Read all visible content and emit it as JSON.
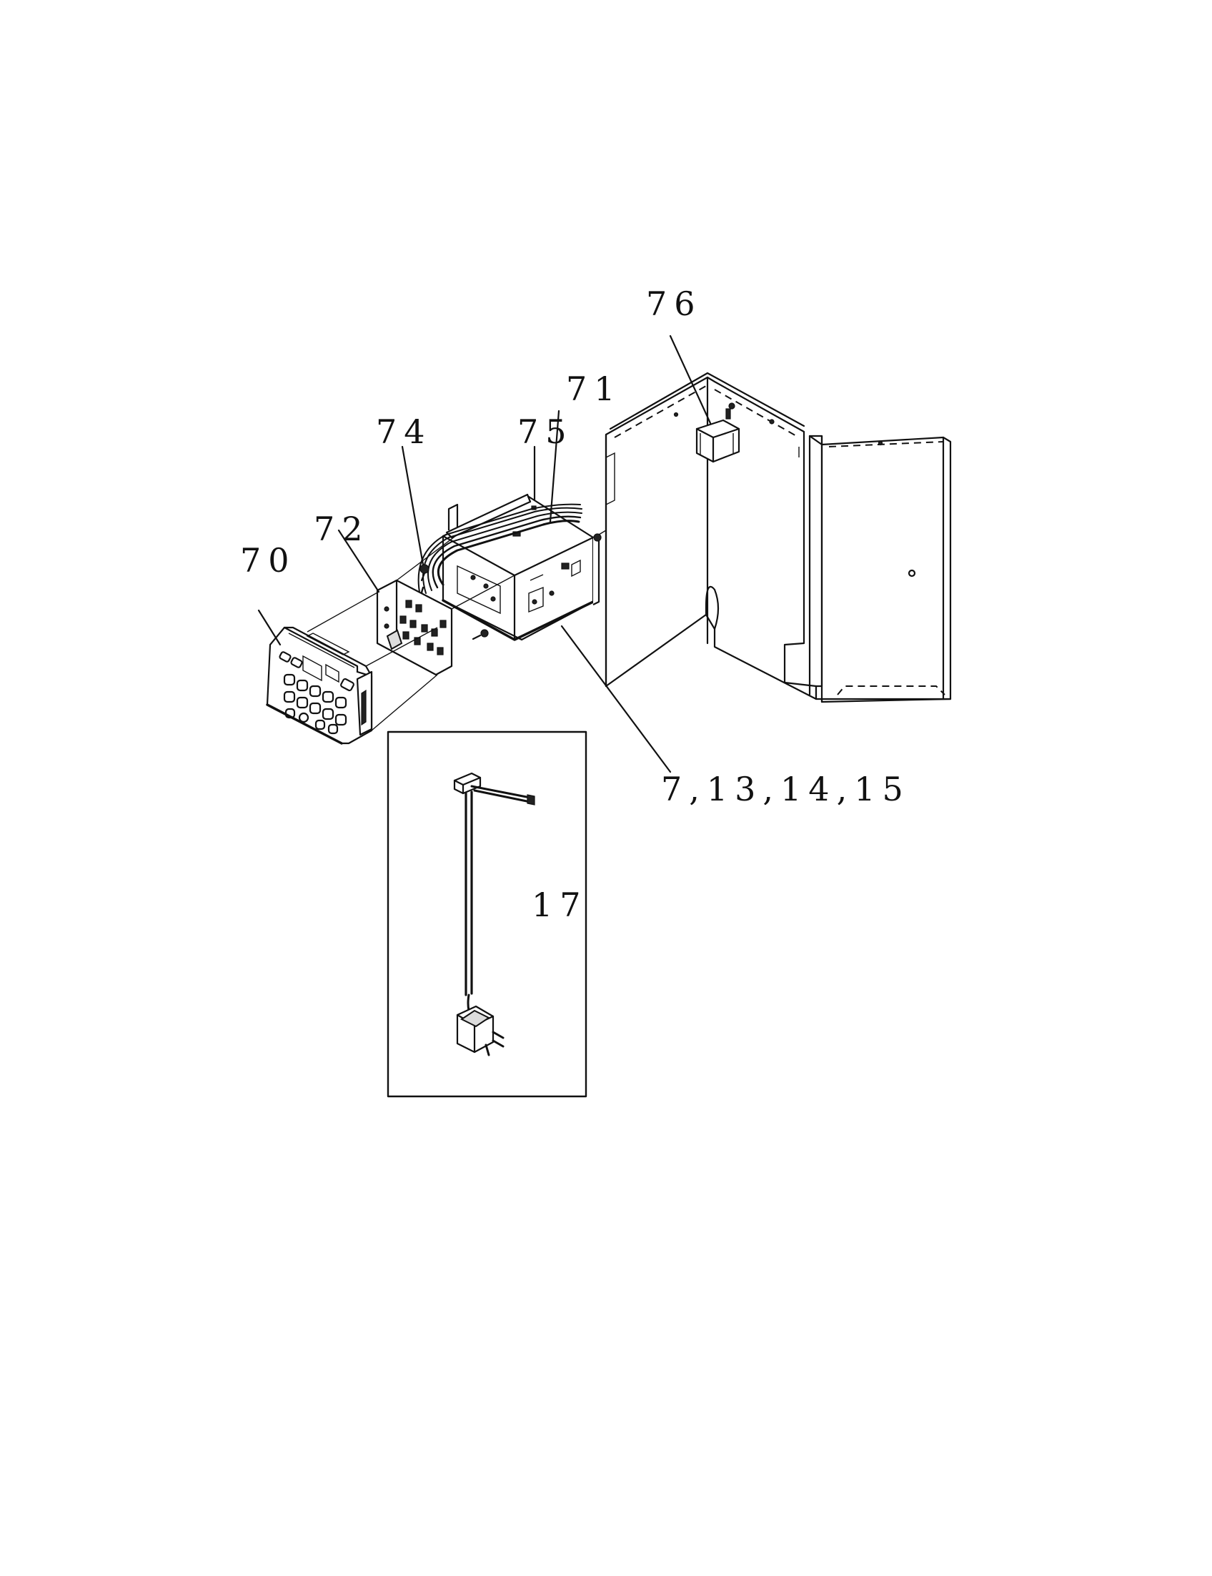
{
  "callouts": {
    "c70": "70",
    "c72": "72",
    "c74": "74",
    "c75": "75",
    "c71": "71",
    "c76": "76",
    "c7_13_14_15": "7,13,14,15",
    "c17": "17"
  },
  "colors": {
    "line": "#111111",
    "background": "#ffffff",
    "shade": "#dcdcdc"
  }
}
